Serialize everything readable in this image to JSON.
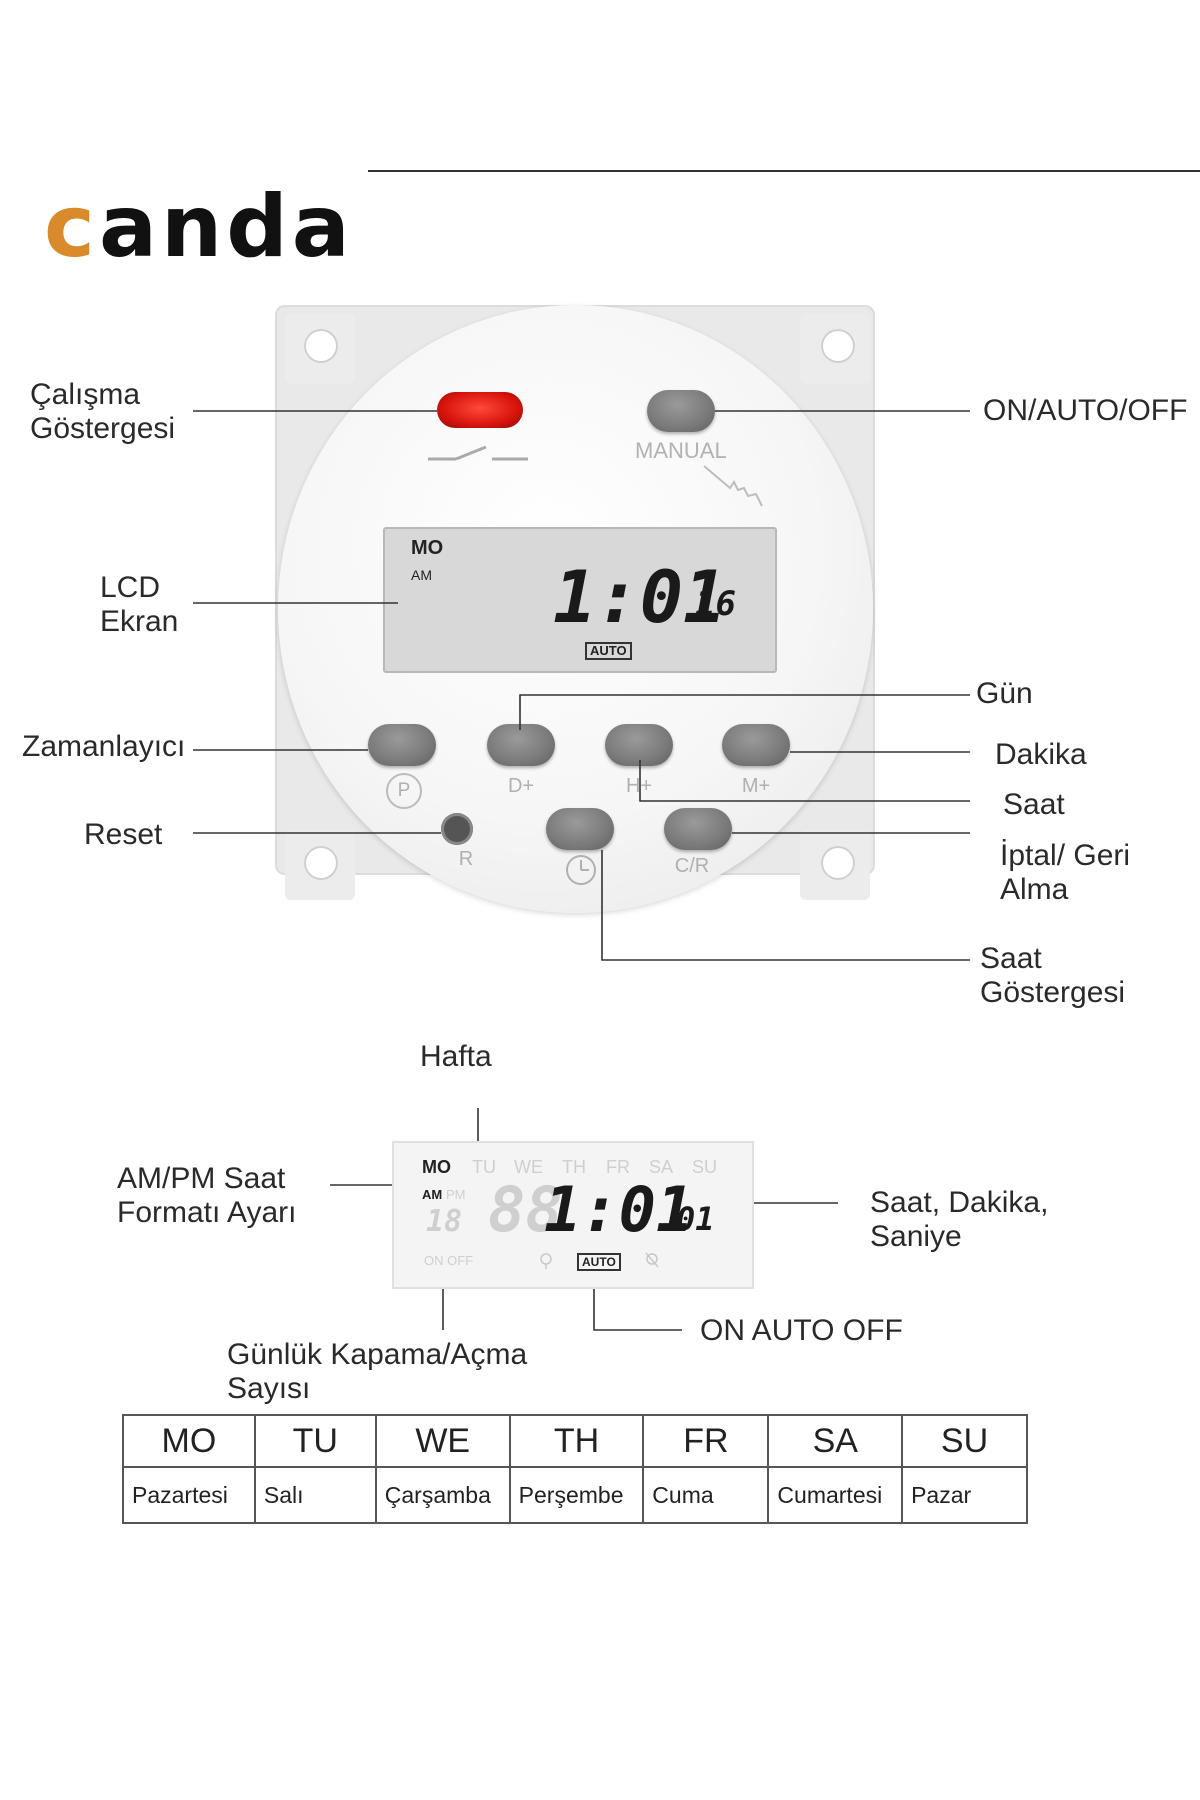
{
  "brand": {
    "logo_prefix": "c",
    "logo_rest": "anda"
  },
  "labels": {
    "calisma_line1": "Çalışma",
    "calisma_line2": "Göstergesi",
    "on_auto_off": "ON/AUTO/OFF",
    "lcd_line1": "LCD",
    "lcd_line2": "Ekran",
    "gun": "Gün",
    "zamanlayici": "Zamanlayıcı",
    "dakika": "Dakika",
    "saat": "Saat",
    "reset": "Reset",
    "iptal_line1": "İptal/ Geri",
    "iptal_line2": "Alma",
    "saat_gost_line1": "Saat",
    "saat_gost_line2": "Göstergesi",
    "hafta": "Hafta",
    "ampm_line1": "AM/PM Saat",
    "ampm_line2": "Formatı Ayarı",
    "sds_line1": "Saat, Dakika,",
    "sds_line2": "Saniye",
    "on_auto_off_lower": "ON AUTO OFF",
    "gunluk_line1": "Günlük Kapama/Açma",
    "gunluk_line2": "Sayısı"
  },
  "device": {
    "manual": "MANUAL",
    "buttons": {
      "p": "P",
      "d": "D+",
      "h": "H+",
      "m": "M+",
      "r": "R",
      "cr": "C/R"
    },
    "lcd": {
      "day": "MO",
      "ampm": "AM",
      "time": "1:01",
      "seconds": "16",
      "mode": "AUTO"
    }
  },
  "lcd_detail": {
    "days": [
      "MO",
      "TU",
      "WE",
      "TH",
      "FR",
      "SA",
      "SU"
    ],
    "am": "AM",
    "pm": "PM",
    "prog": "18",
    "ghost_digits": "88",
    "time": "1:01",
    "seconds": "01",
    "on_off": "ON OFF",
    "mode": "AUTO"
  },
  "day_table": {
    "abbr": [
      "MO",
      "TU",
      "WE",
      "TH",
      "FR",
      "SA",
      "SU"
    ],
    "names": [
      "Pazartesi",
      "Salı",
      "Çarşamba",
      "Perşembe",
      "Cuma",
      "Cumartesi",
      "Pazar"
    ]
  }
}
